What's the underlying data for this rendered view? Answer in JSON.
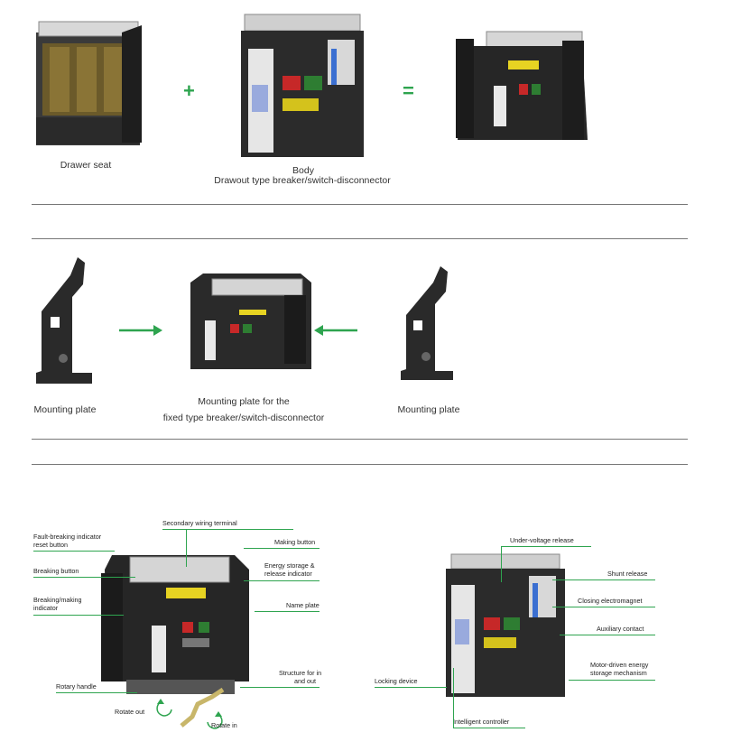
{
  "row1": {
    "drawer_seat": "Drawer seat",
    "body_line1": "Body",
    "body_line2": "Drawout type breaker/switch-disconnector",
    "plus": "+",
    "equals": "="
  },
  "row2": {
    "mounting_left": "Mounting plate",
    "mounting_right": "Mounting plate",
    "center_line1": "Mounting plate for the",
    "center_line2": "fixed type breaker/switch-disconnector"
  },
  "left_diagram": {
    "secondary_wiring": "Secondary wiring terminal",
    "fault_indicator_1": "Fault-breaking indicator",
    "fault_indicator_2": "reset button",
    "making_button": "Making button",
    "breaking_button": "Breaking button",
    "energy_storage_1": "Energy storage &",
    "energy_storage_2": "release indicator",
    "breaking_making_1": "Breaking/making",
    "breaking_making_2": "indicator",
    "name_plate": "Name plate",
    "structure_1": "Structure for in",
    "structure_2": "and out",
    "rotary_handle": "Rotary handle",
    "rotate_out": "Rotate out",
    "rotate_in": "Rotate in"
  },
  "right_diagram": {
    "under_voltage": "Under-voltage release",
    "shunt_release": "Shunt release",
    "closing_electromagnet": "Closing electromagnet",
    "auxiliary_contact": "Auxiliary contact",
    "motor_driven_1": "Motor-driven energy",
    "motor_driven_2": "storage mechanism",
    "locking_device": "Locking device",
    "intelligent_controller": "Intelligent controller"
  },
  "colors": {
    "accent_green": "#2ea44f",
    "panel_dark": "#2b2b2b",
    "terminal_grey": "#cfcfcf"
  }
}
